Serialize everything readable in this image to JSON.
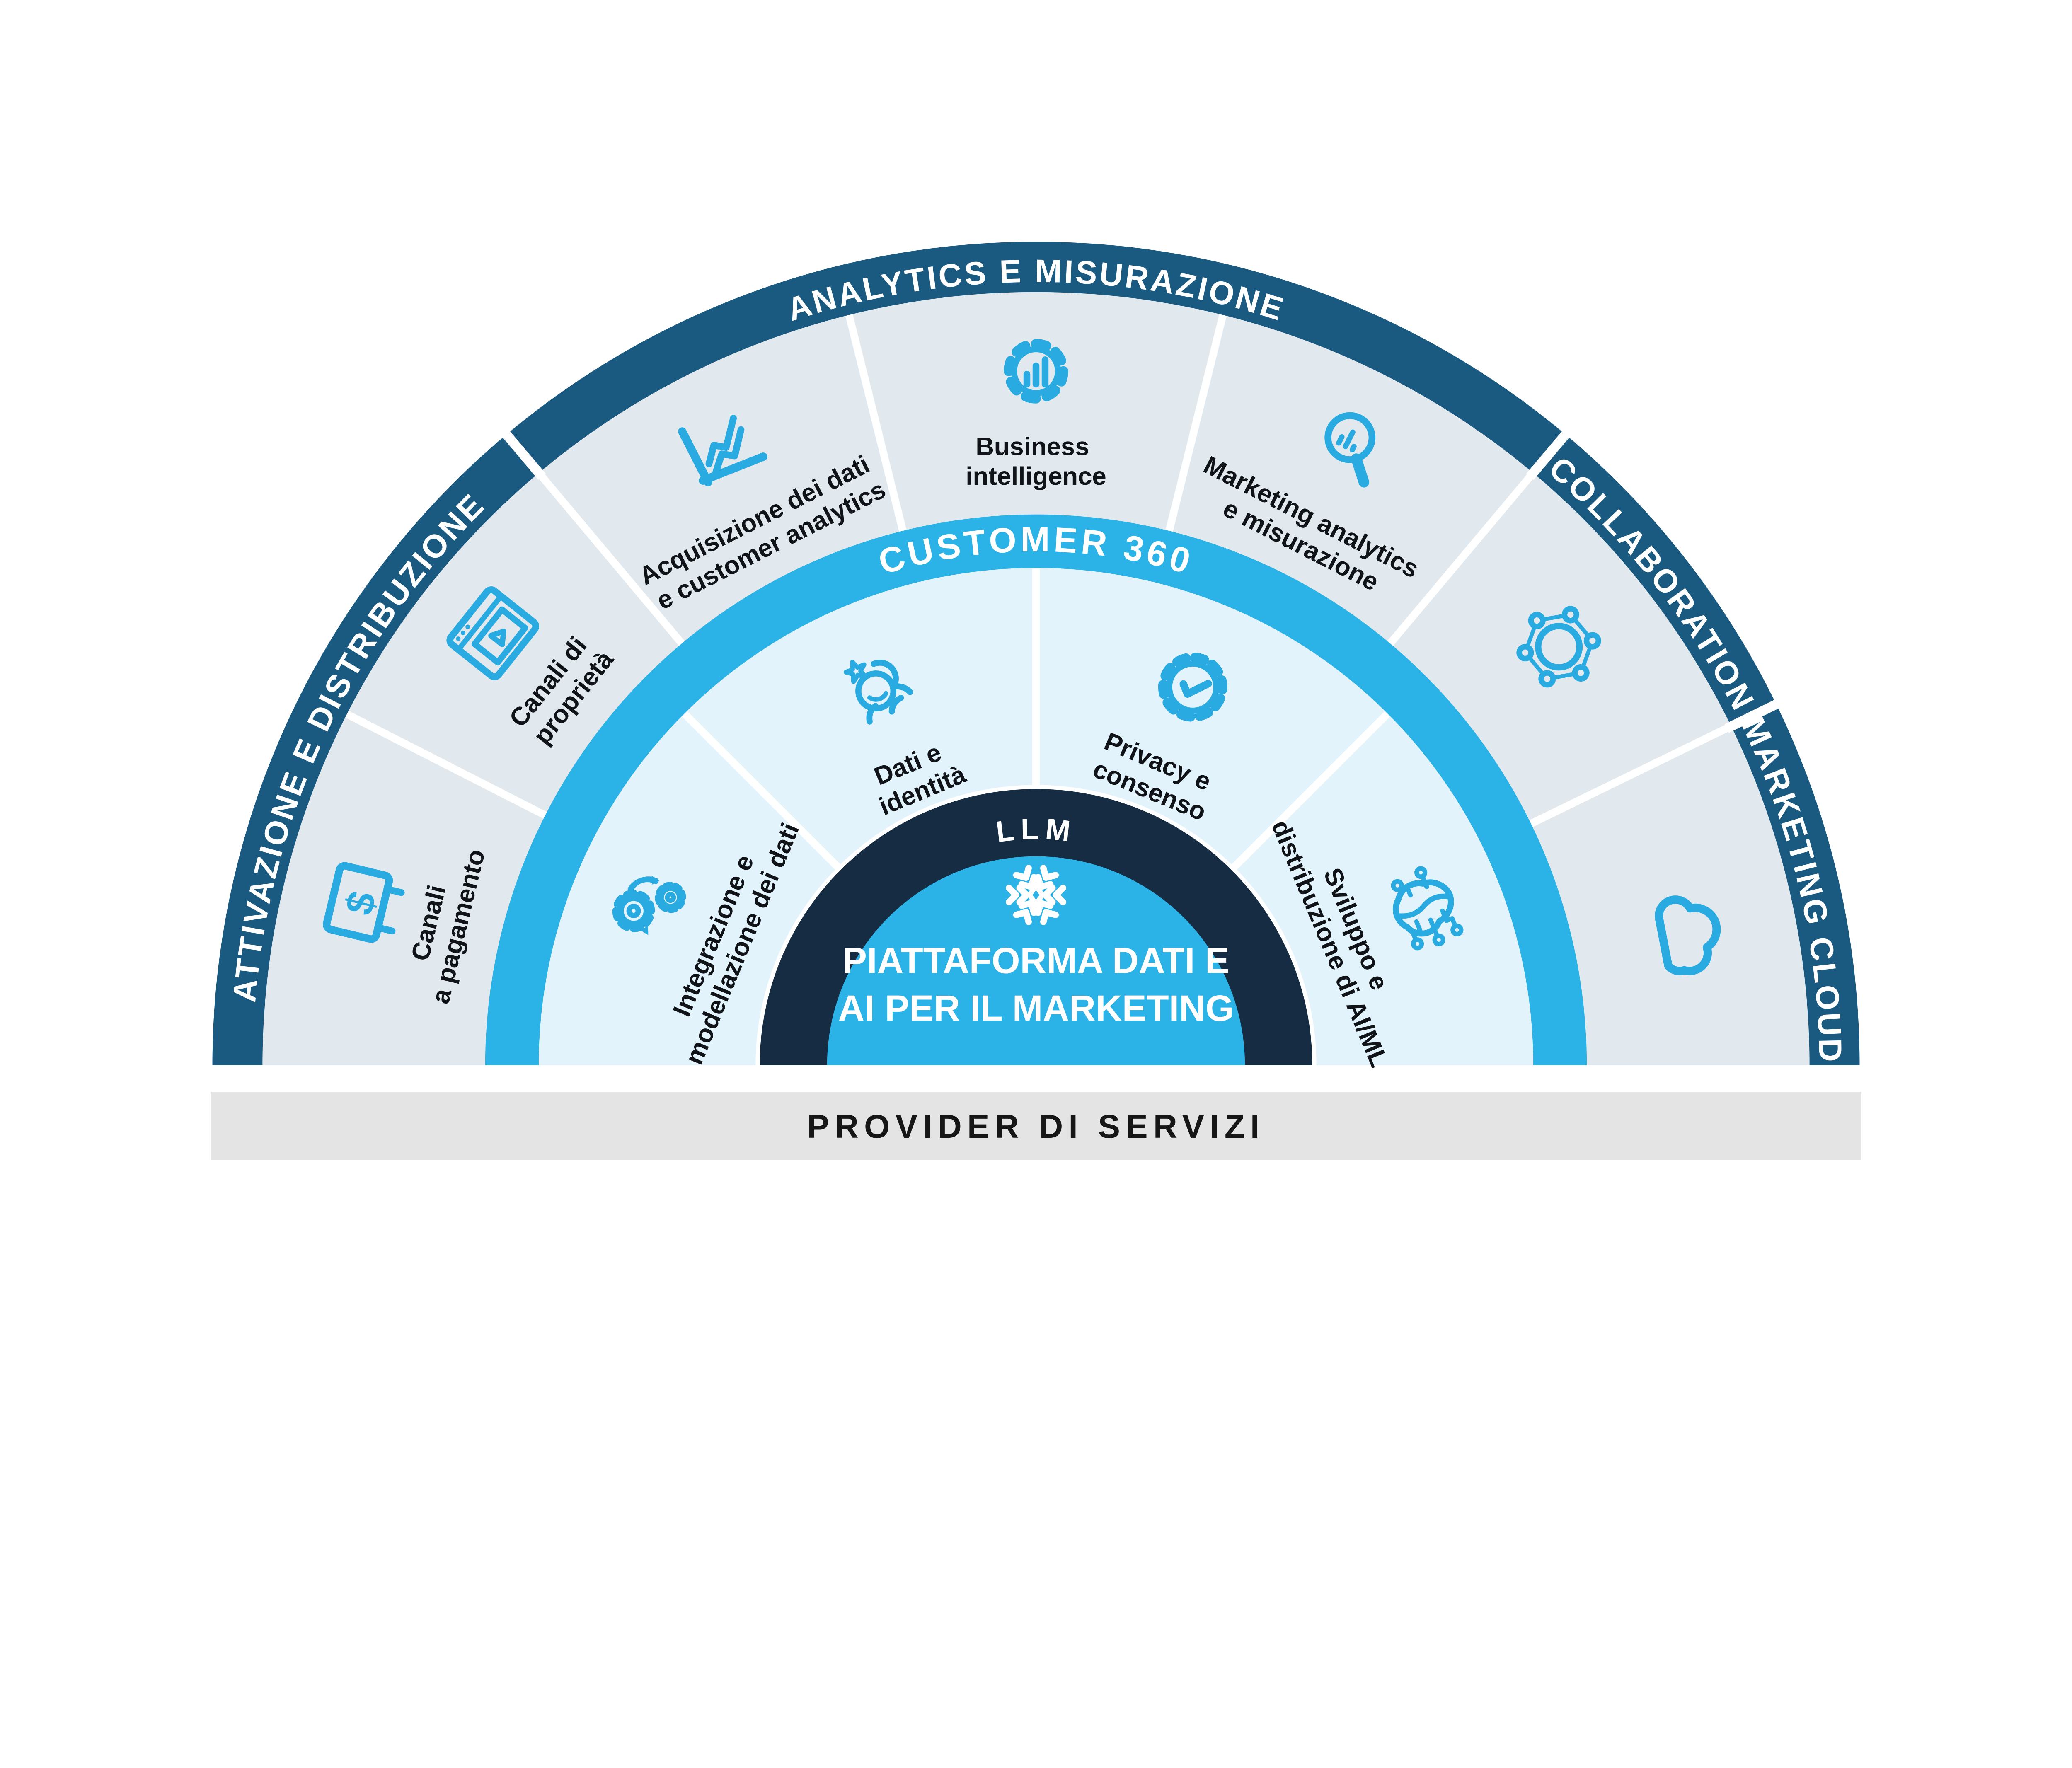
{
  "diagram": {
    "colors": {
      "outer_ring": "#1a5a80",
      "segment_ring_bg": "#e2e9ee",
      "customer_band": "#2bb2e6",
      "inner_ring_bg": "#e3f3fc",
      "llm_ring": "#152c42",
      "core_dome": "#2bb2e6",
      "icon_accent": "#29abe2",
      "footer_bar_bg": "#e4e4e4",
      "label_text": "#101418"
    },
    "outer_ring": {
      "segments": [
        {
          "label": "ATTIVAZIONE E DISTRIBUZIONE"
        },
        {
          "label": "ANALYTICS E MISURAZIONE"
        },
        {
          "label": "COLLABORATION"
        },
        {
          "label": "MARKETING CLOUD"
        }
      ]
    },
    "segment_ring": {
      "segments": [
        {
          "icon": "dollar-billboard-icon",
          "label_line1": "Canali",
          "label_line2": "a pagamento"
        },
        {
          "icon": "browser-video-icon",
          "label_line1": "Canali di",
          "label_line2": "proprietà"
        },
        {
          "icon": "line-chart-icon",
          "label_line1": "Acquisizione dei dati",
          "label_line2": "e customer analytics"
        },
        {
          "icon": "gear-bar-chart-icon",
          "label_line1": "Business",
          "label_line2": "intelligence"
        },
        {
          "icon": "magnifier-chart-icon",
          "label_line1": "Marketing analytics",
          "label_line2": "e misurazione"
        },
        {
          "icon": "collaboration-network-icon",
          "label_line1": "",
          "label_line2": ""
        },
        {
          "icon": "cloud-icon",
          "label_line1": "",
          "label_line2": ""
        }
      ]
    },
    "customer_band": {
      "label": "CUSTOMER 360"
    },
    "inner_ring": {
      "segments": [
        {
          "icon": "gears-sync-icon",
          "label_line1": "Integrazione e",
          "label_line2": "modellazione dei dati"
        },
        {
          "icon": "people-star-icon",
          "label_line1": "Dati e",
          "label_line2": "identità"
        },
        {
          "icon": "gear-check-icon",
          "label_line1": "Privacy e",
          "label_line2": "consenso"
        },
        {
          "icon": "brain-circuit-icon",
          "label_line1": "Sviluppo e",
          "label_line2": "distribuzione di AI/ML"
        }
      ]
    },
    "llm_ring": {
      "label": "LLM"
    },
    "core": {
      "logo": "snowflake-logo",
      "title_line1": "PIATTAFORMA DATI E",
      "title_line2": "AI PER IL MARKETING"
    },
    "footer": {
      "label": "PROVIDER DI SERVIZI"
    }
  }
}
